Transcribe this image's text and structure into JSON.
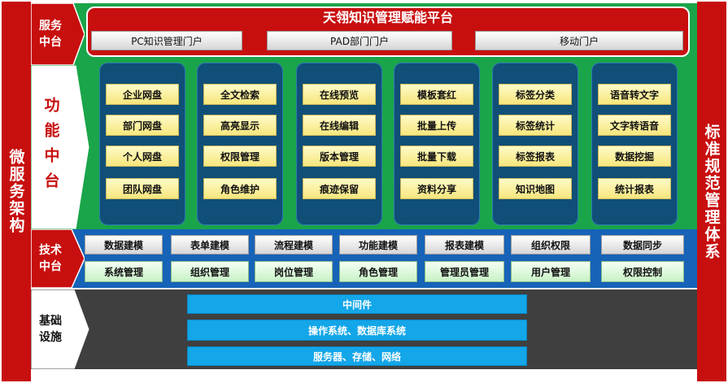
{
  "left_pillar": "微服务架构",
  "right_pillar": "标准规范管理体系",
  "service_layer": {
    "label": "服务中台",
    "title": "天翎知识管理赋能平台",
    "portals": [
      "PC知识管理门户",
      "PAD部门门户",
      "移动门户"
    ]
  },
  "function_layer": {
    "label": "功能中台",
    "columns": [
      [
        "企业网盘",
        "部门网盘",
        "个人网盘",
        "团队网盘"
      ],
      [
        "全文检索",
        "高亮显示",
        "权限管理",
        "角色维护"
      ],
      [
        "在线预览",
        "在线编辑",
        "版本管理",
        "痕迹保留"
      ],
      [
        "模板套红",
        "批量上传",
        "批量下载",
        "资料分享"
      ],
      [
        "标签分类",
        "标签统计",
        "标签报表",
        "知识地图"
      ],
      [
        "语音转文字",
        "文字转语音",
        "数据挖掘",
        "统计报表"
      ]
    ]
  },
  "tech_layer": {
    "label": "技术中台",
    "row1": [
      "数据建模",
      "表单建模",
      "流程建模",
      "功能建模",
      "报表建模",
      "组织权限",
      "数据同步"
    ],
    "row2": [
      "系统管理",
      "组织管理",
      "岗位管理",
      "角色管理",
      "管理员管理",
      "用户管理",
      "权限控制"
    ]
  },
  "infra_layer": {
    "label": "基础设施",
    "rows": [
      "中间件",
      "操作系统、数据库系统",
      "服务器、存储、网络"
    ]
  },
  "colors": {
    "red": "#c80f0f",
    "green": "#1aa54a",
    "blue": "#1663b8",
    "dark": "#3f3f3f",
    "infra_blue": "#13a6e8"
  }
}
